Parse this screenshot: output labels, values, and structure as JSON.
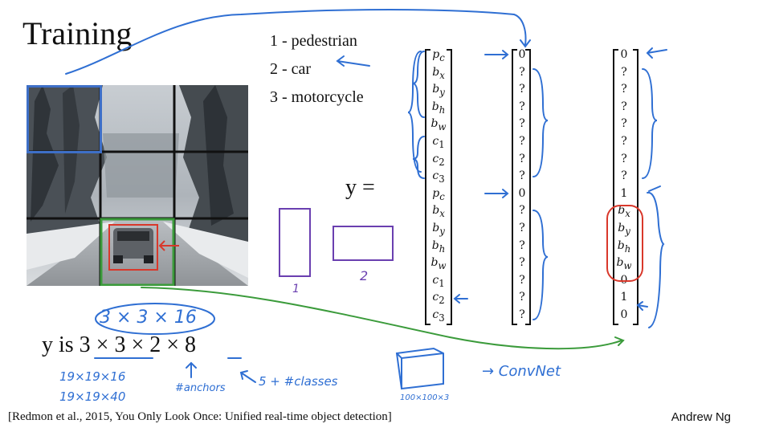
{
  "slide": {
    "title": "Training",
    "classes": [
      "1 -  pedestrian",
      "2 -  car",
      "3 -  motorcycle"
    ],
    "y_equals": "y  =",
    "y_is": "y  is 3 × 3 × 2 × 8",
    "citation": "[Redmon et al., 2015, You Only Look Once: Unified real-time object detection]",
    "author": "Andrew Ng"
  },
  "vectors": {
    "labels": [
      "p_c",
      "b_x",
      "b_y",
      "b_h",
      "b_w",
      "c_1",
      "c_2",
      "c_3",
      "p_c",
      "b_x",
      "b_y",
      "b_h",
      "b_w",
      "c_1",
      "c_2",
      "c_3"
    ],
    "target_a": [
      "0",
      "?",
      "?",
      "?",
      "?",
      "?",
      "?",
      "?",
      "0",
      "?",
      "?",
      "?",
      "?",
      "?",
      "?",
      "?"
    ],
    "target_b": [
      "0",
      "?",
      "?",
      "?",
      "?",
      "?",
      "?",
      "?",
      "1",
      "b_x",
      "b_y",
      "b_h",
      "b_w",
      "0",
      "1",
      "0"
    ]
  },
  "handwriting": {
    "grid_output": "3 × 3 × 16",
    "alt1": "19×19×16",
    "alt2": "19×19×40",
    "anchors": "#anchors",
    "classes_note": "5 + #classes",
    "box1": "1",
    "box2": "2",
    "input_size": "100×100×3",
    "convnet": "→ ConvNet"
  },
  "colors": {
    "handwriting_blue": "#2f6fd3",
    "grid_green": "#3b9b3b",
    "box_red": "#d9382b",
    "anchor_purple": "#6a3fb0",
    "cell_highlight": "#3e6fc7"
  }
}
